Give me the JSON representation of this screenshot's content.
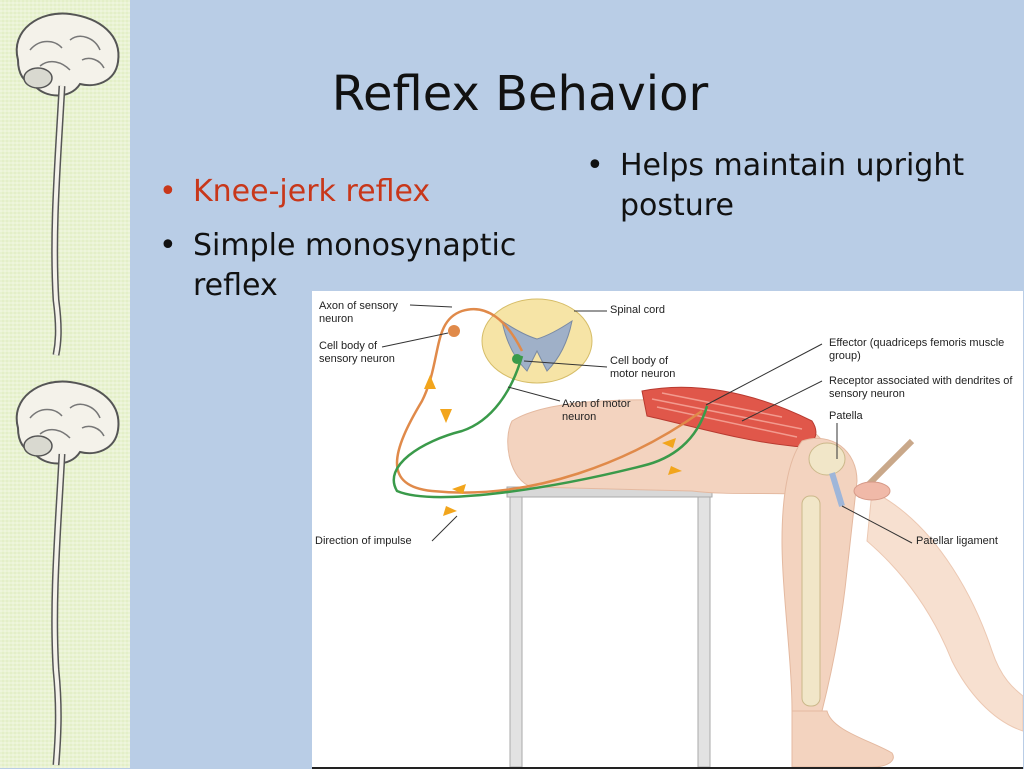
{
  "slide": {
    "title": "Reflex Behavior",
    "left_bullets": [
      "Knee-jerk reflex",
      "Simple monosynaptic reflex"
    ],
    "right_bullets": [
      "Helps maintain upright posture"
    ],
    "accent_color": "#c8371a"
  },
  "figure": {
    "labels": {
      "axon_sensory": "Axon of sensory neuron",
      "cell_body_sensory": "Cell body of sensory neuron",
      "spinal_cord": "Spinal cord",
      "cell_body_motor": "Cell body of motor neuron",
      "axon_motor": "Axon of motor neuron",
      "effector": "Effector (quadriceps femoris muscle group)",
      "receptor": "Receptor associated with dendrites of sensory neuron",
      "patella": "Patella",
      "direction": "Direction of impulse",
      "patellar_ligament": "Patellar ligament"
    }
  }
}
